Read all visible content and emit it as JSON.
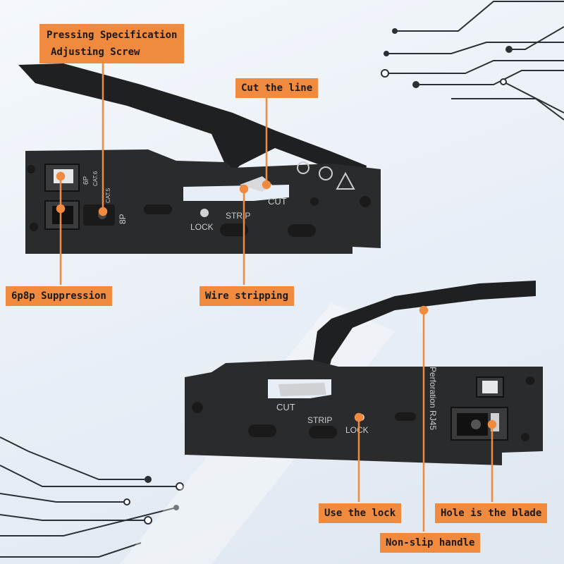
{
  "callouts": {
    "pressing_spec": [
      "Pressing Specification",
      "Adjusting Screw"
    ],
    "cut_the_line": "Cut the line",
    "suppression": "6p8p Suppression",
    "wire_stripping": "Wire stripping",
    "use_the_lock": "Use the lock",
    "hole_blade": "Hole is the blade",
    "non_slip": "Non-slip handle"
  },
  "tool_top": {
    "cut": "CUT",
    "strip": "STRIP",
    "lock": "LOCK",
    "port_6p": "6P",
    "port_8p": "8P",
    "cat_a": "CAT.6",
    "cat_b": "CAT.5"
  },
  "tool_bottom": {
    "cut": "CUT",
    "strip": "STRIP",
    "lock": "LOCK",
    "brand": "Perforation RJ45"
  },
  "colors": {
    "callout": "#f08a3e",
    "tool_body": "#2a2b2d",
    "background": "#eef3f8"
  }
}
